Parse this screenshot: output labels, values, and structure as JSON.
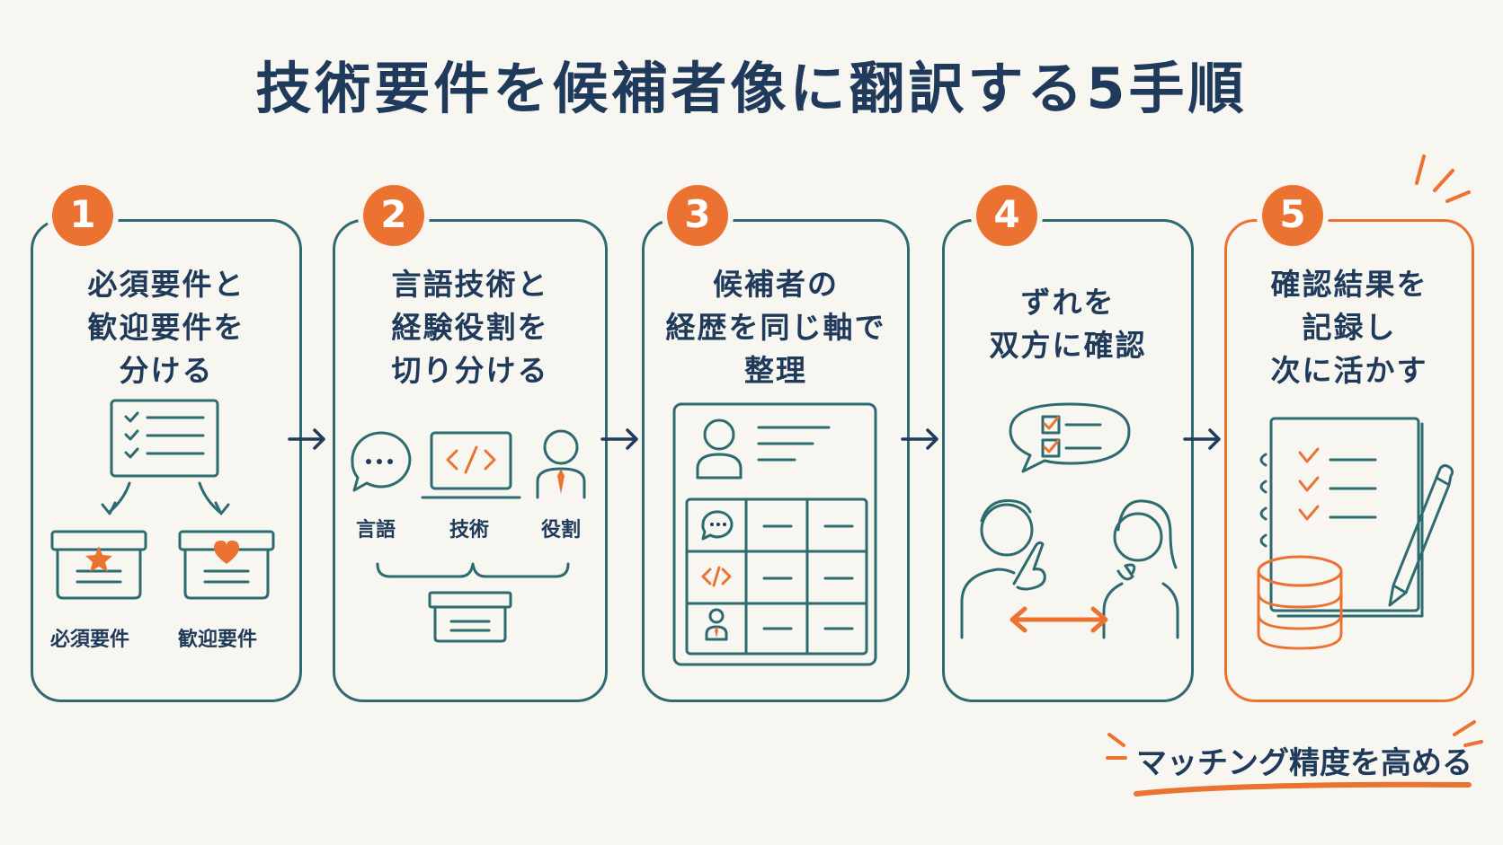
{
  "title": "技術要件を候補者像に翻訳する5手順",
  "steps": [
    {
      "number": "1",
      "title": [
        "必須要件と",
        "歓迎要件を",
        "分ける"
      ],
      "labels": [
        "必須要件",
        "歓迎要件"
      ]
    },
    {
      "number": "2",
      "title": [
        "言語技術と",
        "経験役割を",
        "切り分ける"
      ],
      "labels": [
        "言語",
        "技術",
        "役割"
      ]
    },
    {
      "number": "3",
      "title": [
        "候補者の",
        "経歴を同じ軸で",
        "整理"
      ]
    },
    {
      "number": "4",
      "title": [
        "ずれを",
        "双方に確認"
      ]
    },
    {
      "number": "5",
      "title": [
        "確認結果を",
        "記録し",
        "次に活かす"
      ]
    }
  ],
  "footer_note": "マッチング精度を高める",
  "colors": {
    "teal": "#2c6b6f",
    "orange": "#ec7232",
    "navy": "#1f3a5a",
    "background": "#f7f6f1"
  }
}
